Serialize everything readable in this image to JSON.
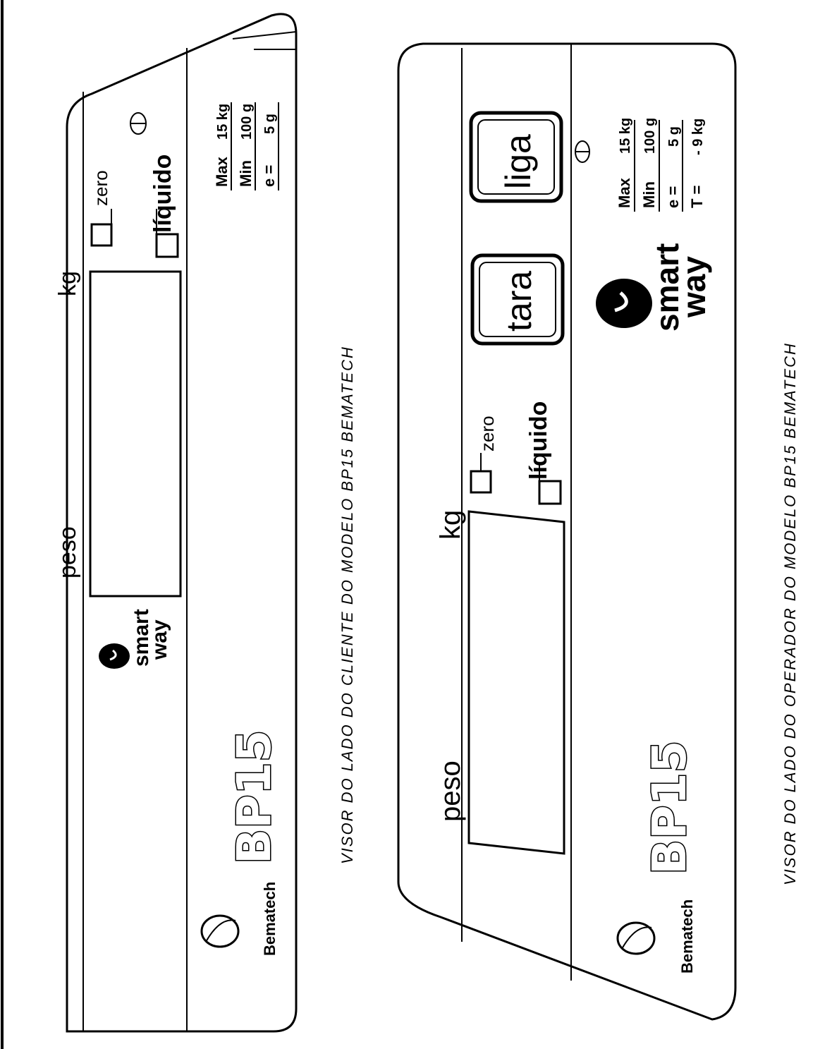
{
  "customer_panel": {
    "weight_label": "peso",
    "unit_label": "kg",
    "zero_label": "zero",
    "net_label": "líquido",
    "brand_line1": "smart",
    "brand_line2": "way",
    "model": "BP15",
    "maker": "Bematech",
    "specs": [
      {
        "label": "Max",
        "value": "15 kg"
      },
      {
        "label": "Min",
        "value": "100 g"
      },
      {
        "label": "e =",
        "value": "5 g"
      }
    ],
    "caption": "VISOR DO LADO DO CLIENTE DO MODELO BP15 BEMATECH"
  },
  "operator_panel": {
    "weight_label": "peso",
    "unit_label": "kg",
    "zero_label": "zero",
    "net_label": "líquido",
    "tare_button": "tara",
    "power_button": "liga",
    "brand_line1": "smart",
    "brand_line2": "way",
    "model": "BP15",
    "maker": "Bematech",
    "specs": [
      {
        "label": "Max",
        "value": "15 kg"
      },
      {
        "label": "Min",
        "value": "100 g"
      },
      {
        "label": "e =",
        "value": "5 g"
      },
      {
        "label": "T =",
        "value": "- 9 kg"
      }
    ],
    "caption": "VISOR DO LADO DO OPERADOR DO MODELO BP15 BEMATECH"
  }
}
